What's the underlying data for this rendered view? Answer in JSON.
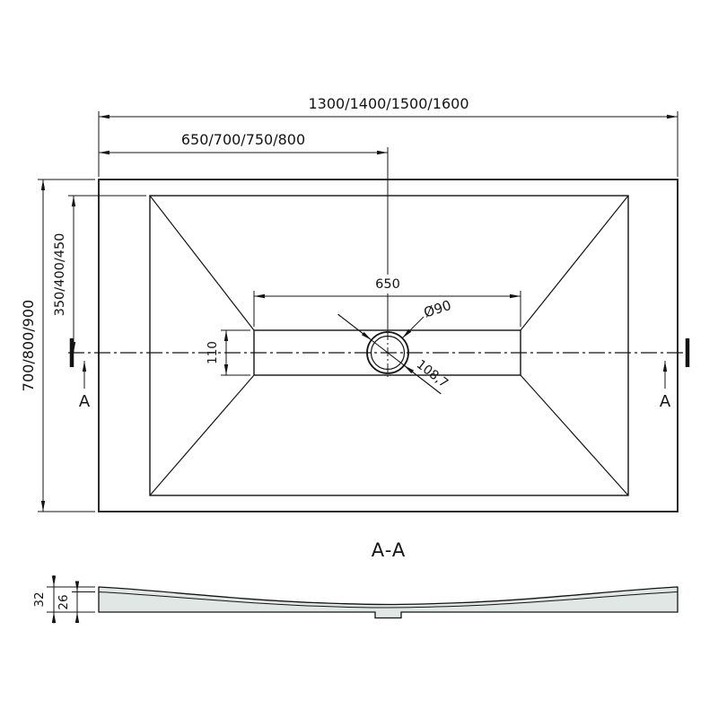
{
  "page": {
    "background": "#ffffff",
    "line_color": "#141414",
    "section_fill": "#e0e7e4"
  },
  "top_view": {
    "dim_overall_length": "1300/1400/1500/1600",
    "dim_center_to_drain": "650/700/750/800",
    "dim_overall_width": "700/800/900",
    "dim_edge_to_drain": "350/400/450",
    "dim_flat_area_length": "650",
    "dim_flat_area_width": "110",
    "dim_drain_diameter": "Ø90",
    "dim_drain_diagonal": "108,7",
    "section_marker_left": "A",
    "section_marker_right": "A"
  },
  "section_view": {
    "title": "A-A",
    "dim_total_height": "32",
    "dim_base_height": "26"
  }
}
